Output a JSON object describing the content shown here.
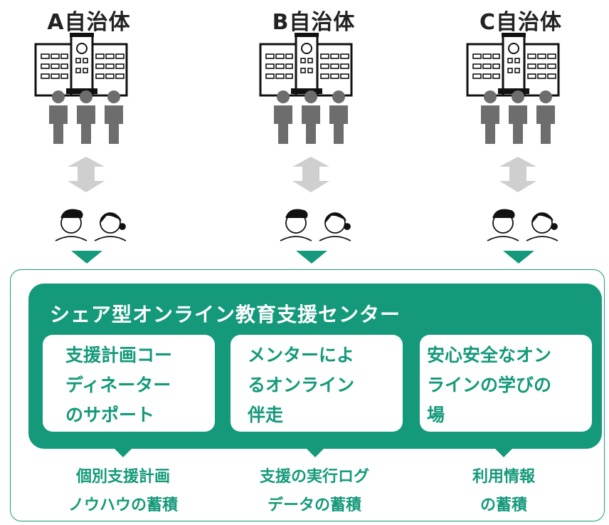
{
  "municipalities": [
    {
      "label": "A自治体"
    },
    {
      "label": "B自治体"
    },
    {
      "label": "C自治体"
    }
  ],
  "center": {
    "title": "シェア型オンライン教育支援センター",
    "cards": [
      {
        "text": "支援計画コー\nディネーター\nのサポート"
      },
      {
        "text": "メンターによ\nるオンライン\n伴走"
      },
      {
        "text": "安心安全なオン\nラインの学びの\n場"
      }
    ]
  },
  "accumulations": [
    {
      "text": "個別支援計画\nノウハウの蓄積"
    },
    {
      "text": "支援の実行ログ\nデータの蓄積"
    },
    {
      "text": "利用情報\nの蓄積"
    }
  ],
  "colors": {
    "accent": "#14997a",
    "person": "#6d6d6d",
    "arrow": "#cfcfcf"
  }
}
